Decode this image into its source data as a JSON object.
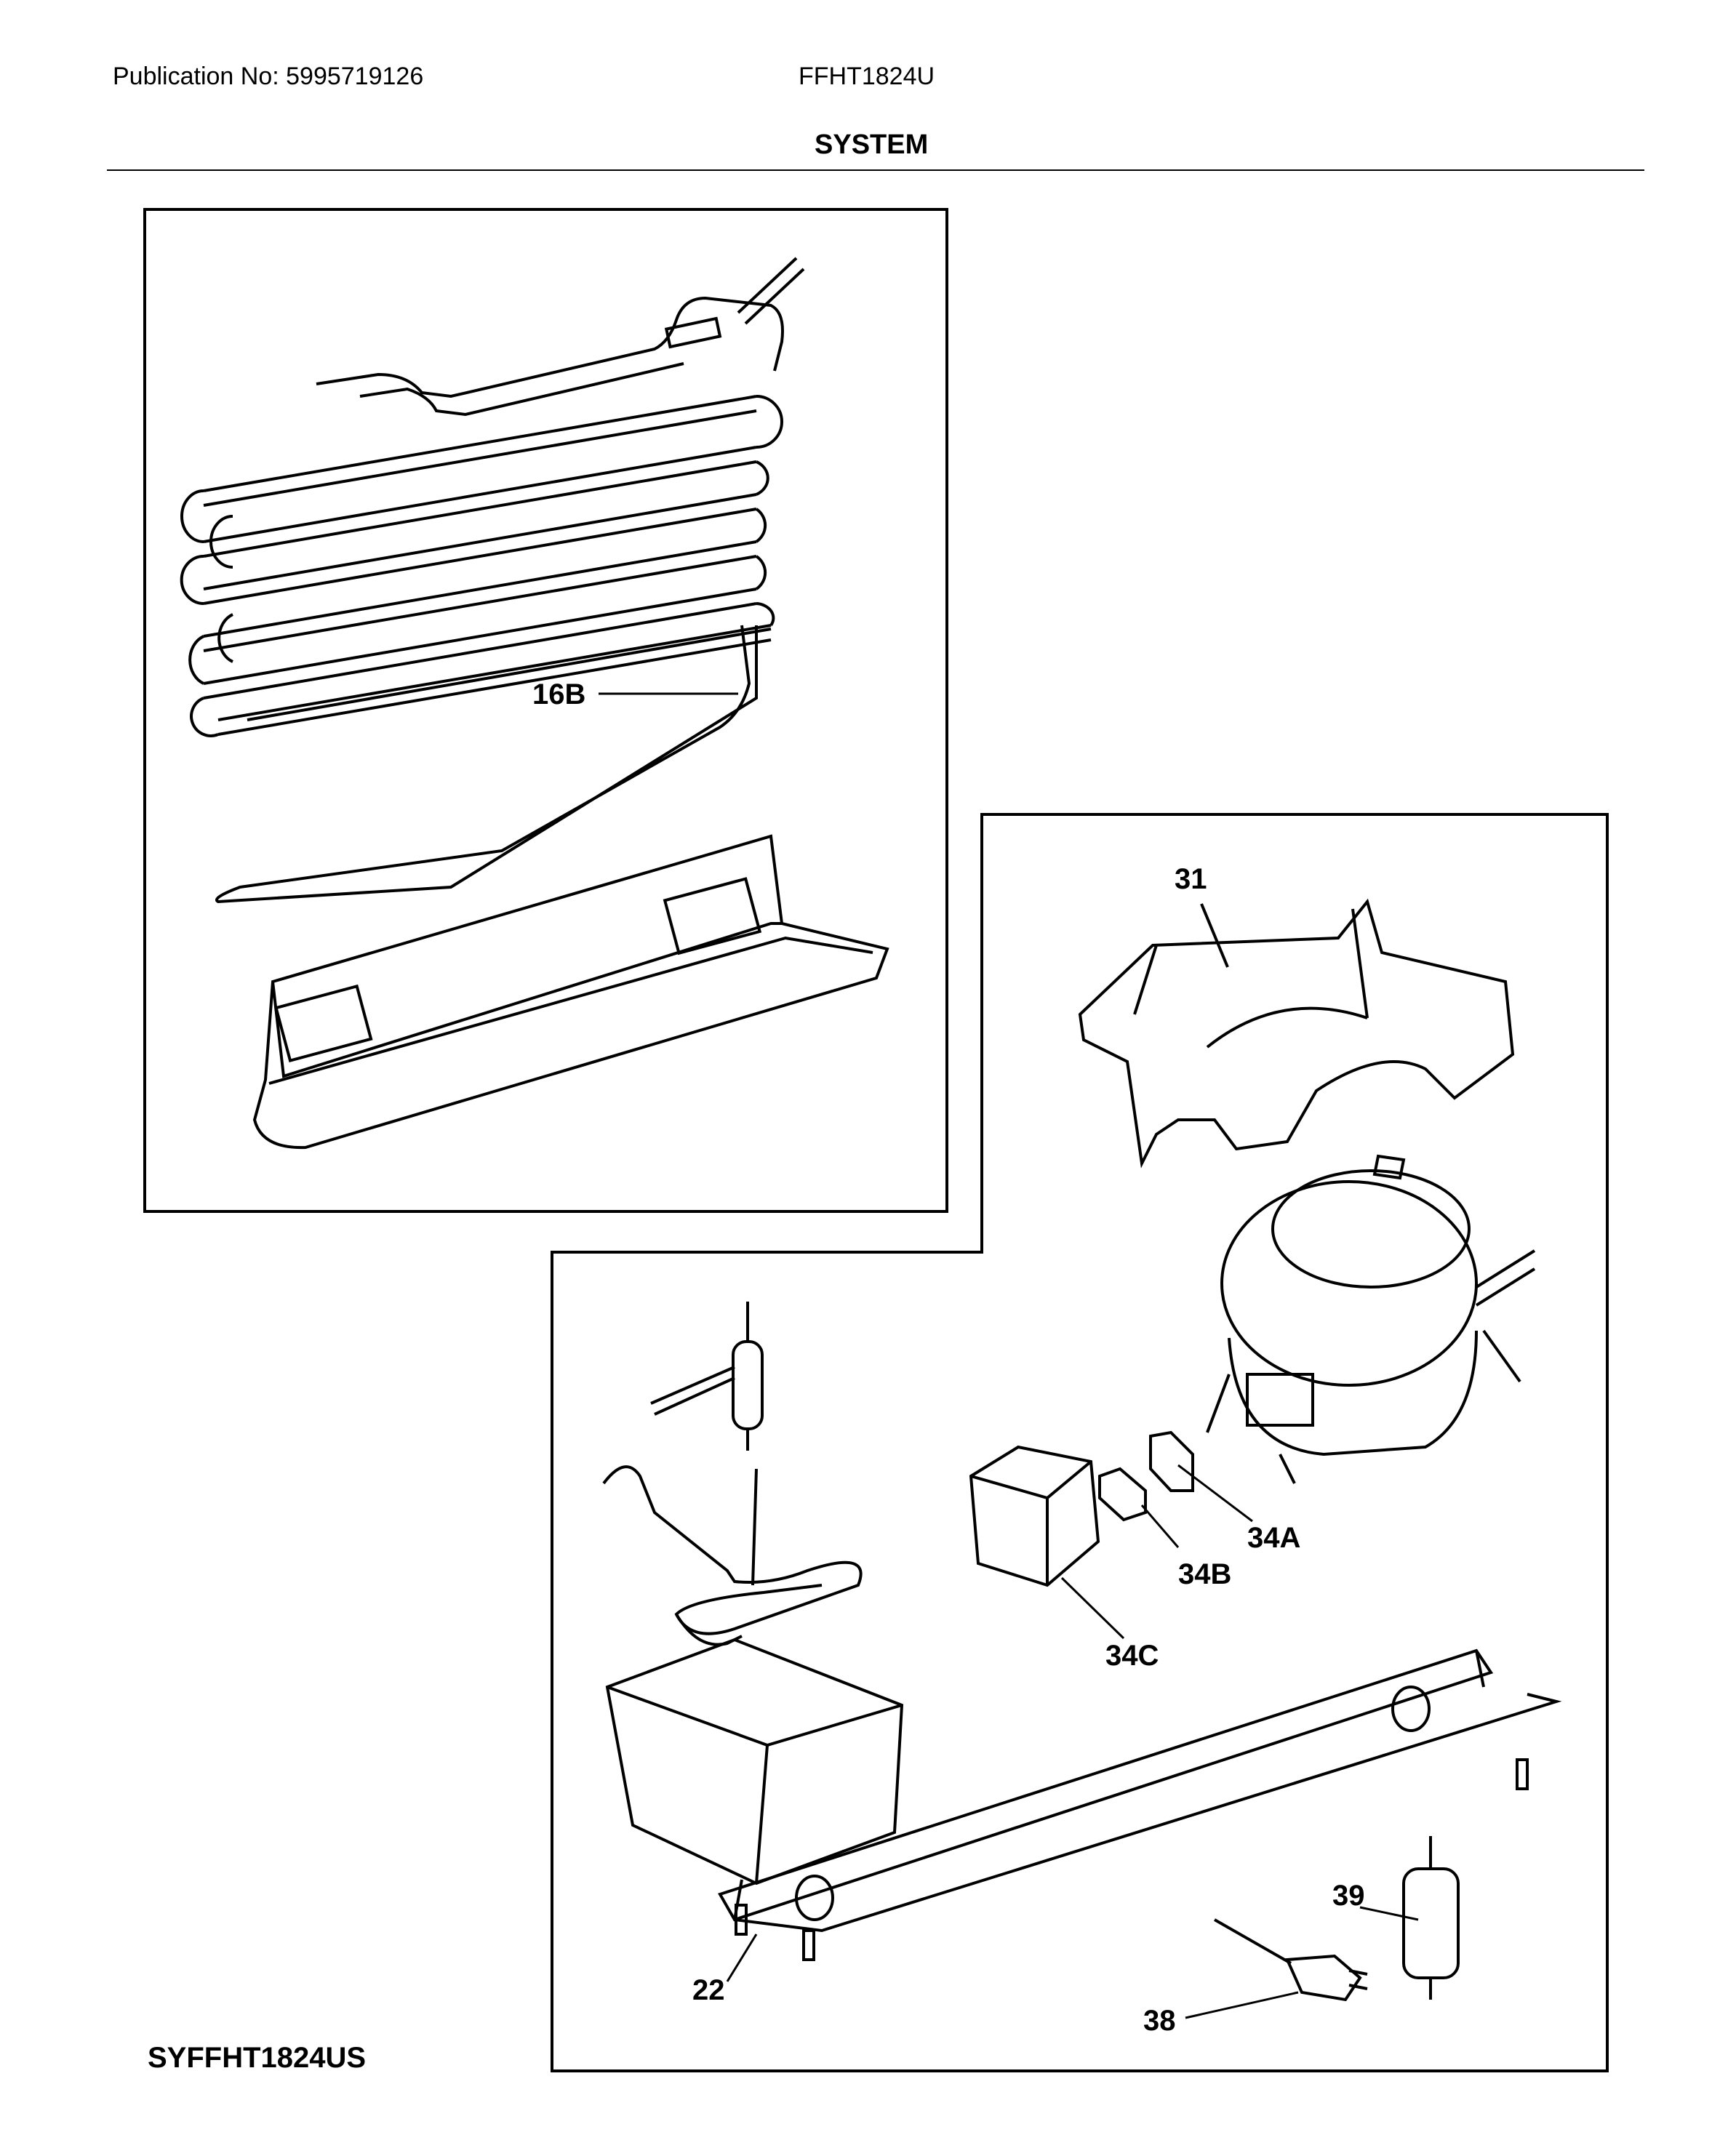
{
  "header": {
    "publication": "Publication No: 5995719126",
    "model": "FFHT1824U",
    "section_title": "SYSTEM"
  },
  "footer": {
    "diagram_code": "SYFFHT1824US"
  },
  "callouts": {
    "c16B": "16B",
    "c31": "31",
    "c34A": "34A",
    "c34B": "34B",
    "c34C": "34C",
    "c22": "22",
    "c38": "38",
    "c39": "39"
  }
}
